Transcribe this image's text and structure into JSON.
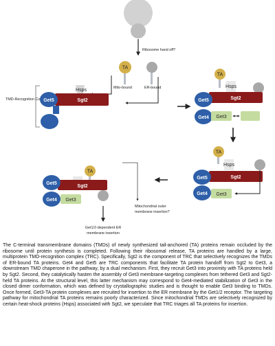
{
  "labels": {
    "ribosome": "Ribosome hand off?",
    "mito_bound": "Mito-bound",
    "er_bound": "ER-bound",
    "trc": "TMD-Recognition Complex (TRC)",
    "mito_insertion": "Mitochondrial outer membrane insertion?",
    "get12_insertion": "Get1/2-dependent ER membrane insertion",
    "ta": "TA",
    "hsps": "Hsps",
    "sgt2": "Sgt2",
    "get5": "Get5",
    "get4": "Get4",
    "get3": "Get3"
  },
  "colors": {
    "sgt2": "#8b1a1a",
    "get_blue": "#2e5fa8",
    "get3_green": "#c5dca0",
    "ta_gold": "#d4b04a",
    "ta_gray": "#a8a8a8",
    "ribosome": "#d2d2d2"
  },
  "caption": "The C-terminal transmembrane domains (TMDs) of newly synthesized tail-anchored (TA) proteins remain occluded by the ribosome until protein synthesis is completed. Following their ribosomal release, TA proteins are handled by a large, multiprotein TMD-recognition complex (TRC). Specifically, Sgt2 is the component of TRC that selectively recognizes the TMDs of ER-bound TA proteins. Get4 and Get5 are TRC components that facilitate TA protein handoff from Sgt2 to Get3, a downstream TMD chaperone in the pathway, by a dual mechanism. First, they recruit Get3 into proximity with TA proteins held by Sgt2. Second, they catalytically hasten the assembly of Get3 membrane-targeting complexes from tethered Get3 and Sgt2-held TA proteins. At the structural level, this latter mechanism may correspond to Get4-mediated stabilization of Get3 in the closed dimer conformation, which was defined by crystallographic studies and is thought to enable Get3 binding to TMDs. Once formed, Get3-TA protein complexes are recruited for insertion to the ER membrane by the Get1/2 receptor. The targeting pathway for mitochondrial TA proteins remains poorly characterized. Since mitochondrial TMDs are selectively recognized by certain heat-shock proteins (Hsps) associated with Sgt2, we speculate that TRC triages all TA proteins for insertion."
}
